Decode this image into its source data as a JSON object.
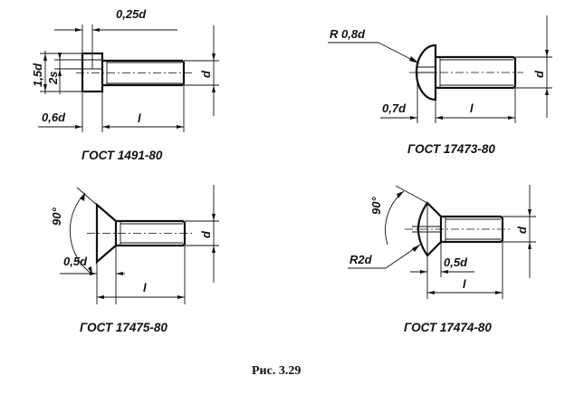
{
  "figures": [
    {
      "standard": "ГОСТ 1491-80",
      "dims": {
        "slot_width": "0,25d",
        "head_height": "1,5d",
        "slot_depth": "2s",
        "head_length": "0,6d",
        "length": "l",
        "diameter": "d"
      }
    },
    {
      "standard": "ГОСТ 17473-80",
      "dims": {
        "radius": "R 0,8d",
        "head_length": "0,7d",
        "length": "l",
        "diameter": "d"
      }
    },
    {
      "standard": "ГОСТ 17475-80",
      "dims": {
        "angle": "90°",
        "head_length": "0,5d",
        "length": "l",
        "diameter": "d"
      }
    },
    {
      "standard": "ГОСТ 17474-80",
      "dims": {
        "angle": "90°",
        "radius": "R2d",
        "head_length": "0,5d",
        "length": "l",
        "diameter": "d"
      }
    }
  ],
  "caption": "Рис. 3.29"
}
